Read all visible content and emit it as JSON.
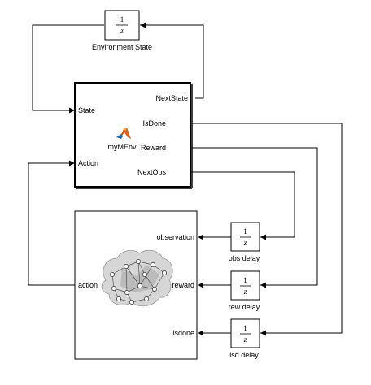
{
  "diagram": {
    "blocks": {
      "env_delay": {
        "numerator": "1",
        "denominator": "z",
        "label": "Environment State"
      },
      "env": {
        "name": "myMEnv",
        "in_ports": [
          "State",
          "Action"
        ],
        "out_ports": [
          "NextState",
          "IsDone",
          "Reward",
          "NextObs"
        ]
      },
      "agent": {
        "in_ports": [
          "observation",
          "reward",
          "isdone"
        ],
        "out_ports": [
          "action"
        ]
      },
      "obs_delay": {
        "numerator": "1",
        "denominator": "z",
        "label": "obs delay"
      },
      "rew_delay": {
        "numerator": "1",
        "denominator": "z",
        "label": "rew delay"
      },
      "isd_delay": {
        "numerator": "1",
        "denominator": "z",
        "label": "isd delay"
      }
    },
    "icons": {
      "env_icon": "matlab-logo-icon",
      "agent_icon": "neural-network-brain-icon"
    },
    "colors": {
      "matlab_orange": "#e05c1a",
      "matlab_blue": "#1f6fb5",
      "brain_fill": "#b5b5b5"
    }
  }
}
